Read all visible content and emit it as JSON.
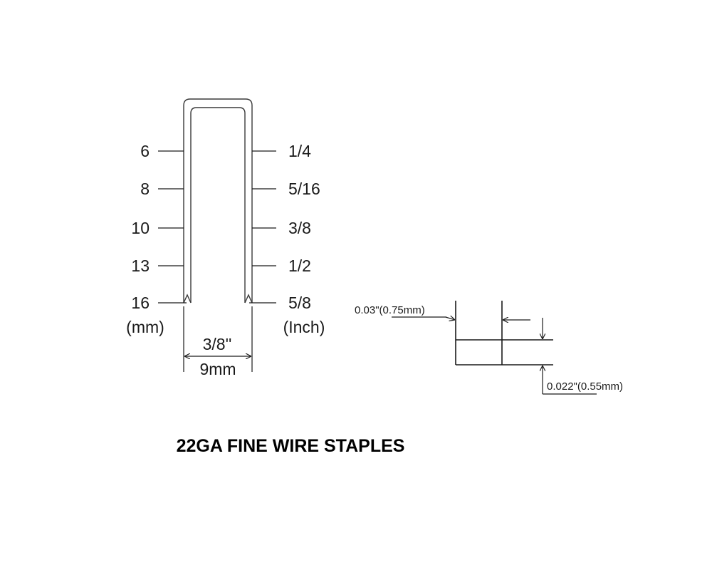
{
  "staple": {
    "mm_labels": [
      "6",
      "8",
      "10",
      "13",
      "16"
    ],
    "mm_unit": "(mm)",
    "inch_labels": [
      "1/4",
      "5/16",
      "3/8",
      "1/2",
      "5/8"
    ],
    "inch_unit": "(Inch)",
    "crown_inch": "3/8''",
    "crown_mm": "9mm"
  },
  "wire_section": {
    "width_label": "0.03\"(0.75mm)",
    "thickness_label": "0.022\"(0.55mm)"
  },
  "title": "22GA FINE WIRE STAPLES"
}
